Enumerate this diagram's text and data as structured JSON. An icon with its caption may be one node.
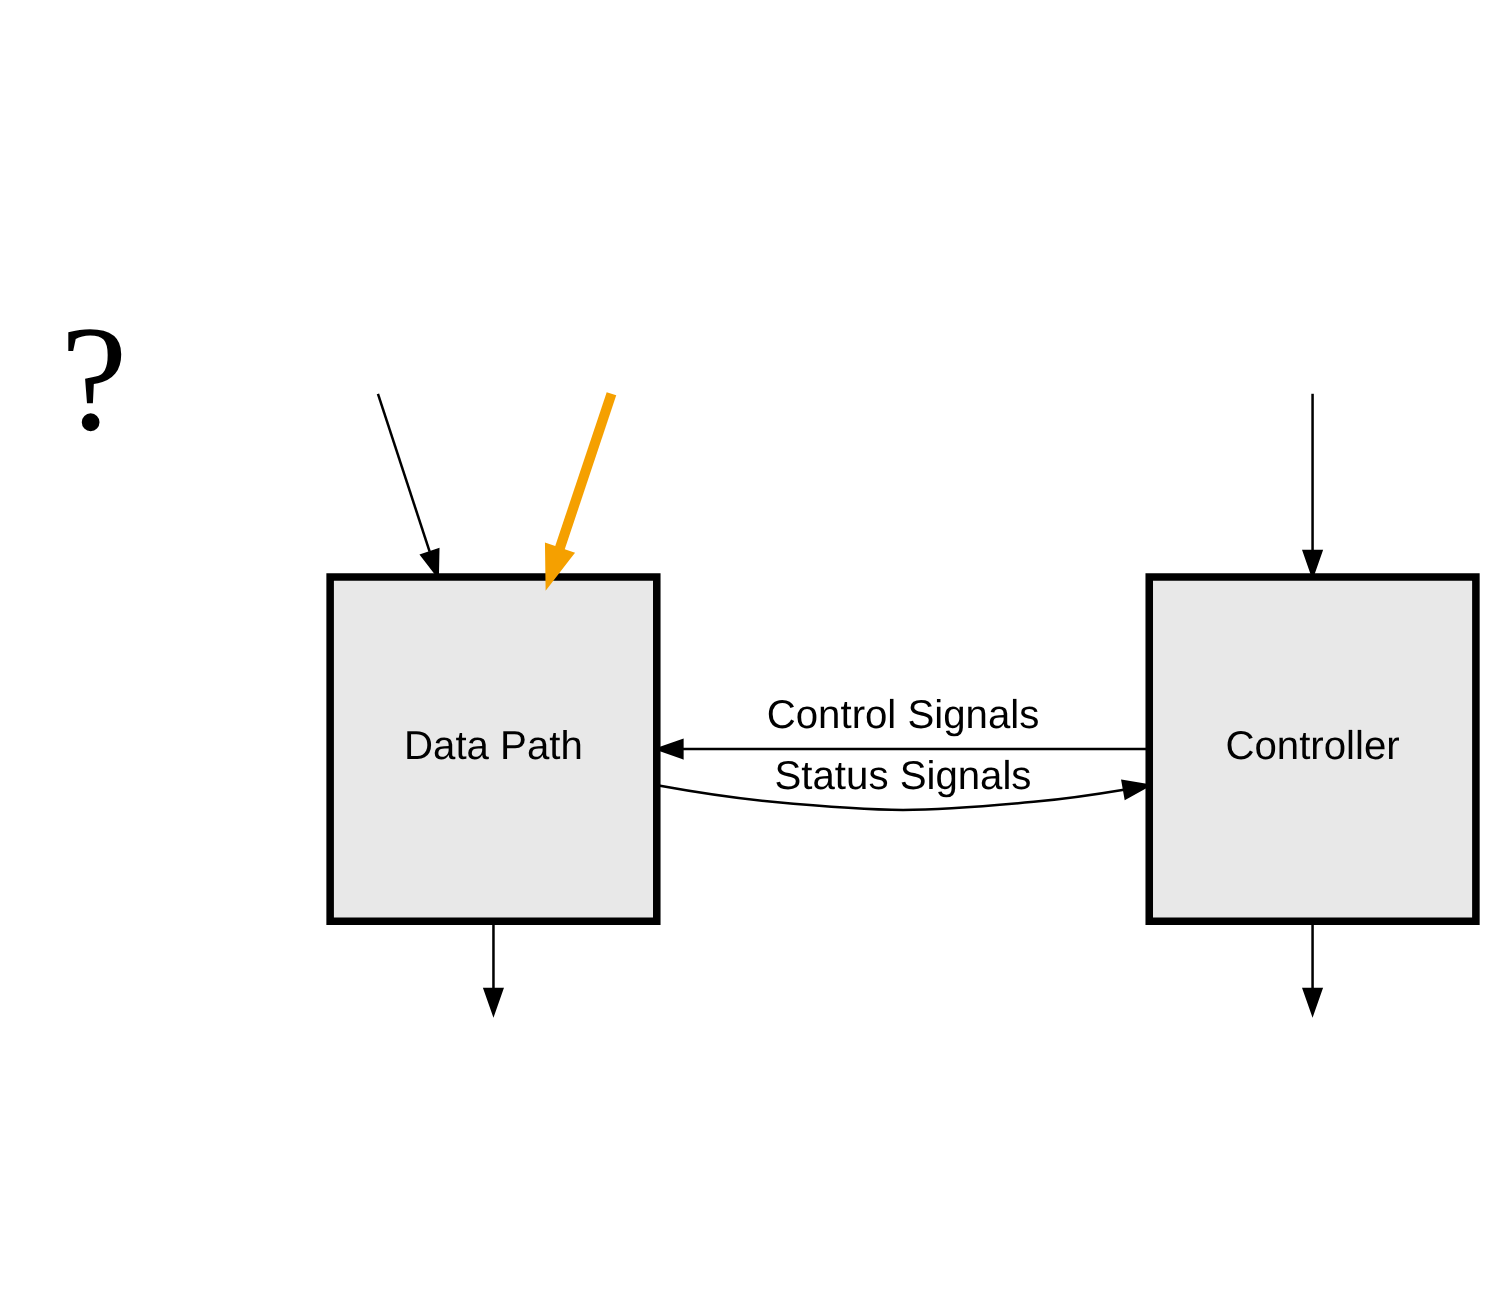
{
  "diagram": {
    "nodes": [
      {
        "text": [
          "Data Path"
        ]
      },
      {
        "text": [
          "Controller"
        ]
      }
    ],
    "edges": [
      {
        "from": null,
        "to": 0,
        "arrow": "to",
        "style": "thick",
        "color": "#f5a000"
      },
      {
        "from": null,
        "to": 0,
        "arrow": "to"
      },
      {
        "from": 0,
        "to": null,
        "arrow": "to"
      },
      {
        "from": null,
        "to": 1,
        "arrow": "to"
      },
      {
        "from": 1,
        "to": null,
        "arrow": "to"
      },
      {
        "from": 0,
        "to": 1,
        "arrow": "to",
        "label": "Status Signals"
      },
      {
        "from": 1,
        "to": 0,
        "arrow": "to",
        "label": "Control Signals"
      }
    ],
    "labels": [
      "?"
    ]
  }
}
